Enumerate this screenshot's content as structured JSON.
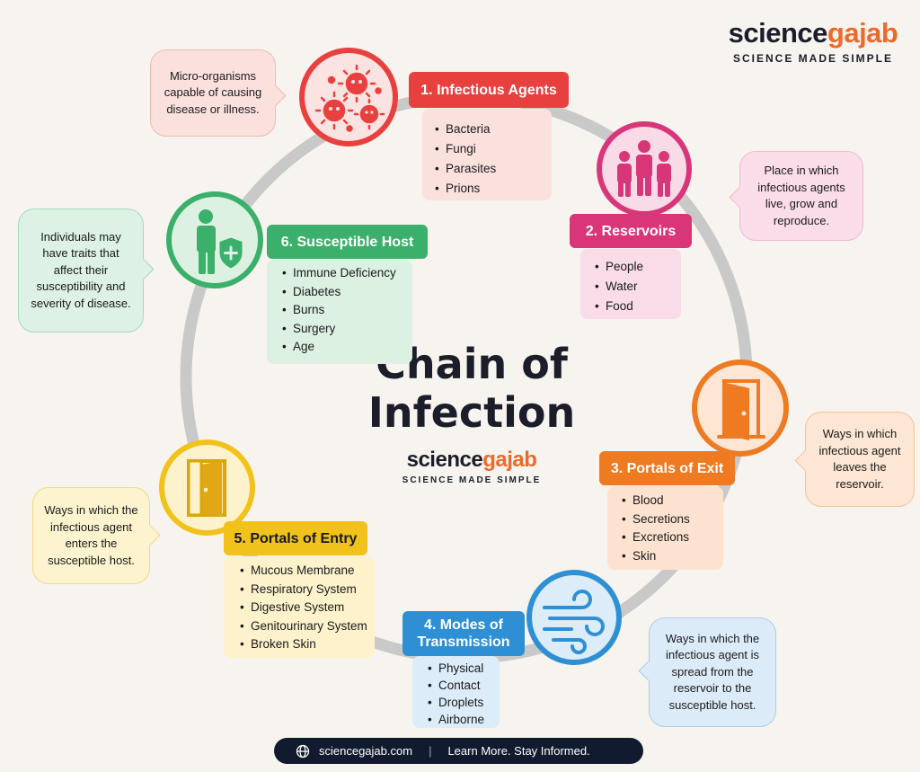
{
  "brand": {
    "part1": "science",
    "part2": "gajab",
    "tagline": "SCIENCE MADE SIMPLE"
  },
  "title": {
    "line1": "Chain of",
    "line2": "Infection"
  },
  "steps": [
    {
      "header": "1. Infectious Agents",
      "items": [
        "Bacteria",
        "Fungi",
        "Parasites",
        "Prions"
      ],
      "description": "Micro-organisms capable of causing disease or illness.",
      "icon": "virus-icon",
      "color": "#e8403f"
    },
    {
      "header": "2. Reservoirs",
      "items": [
        "People",
        "Water",
        "Food"
      ],
      "description": "Place in which infectious agents live, grow and reproduce.",
      "icon": "people-icon",
      "color": "#d9367a"
    },
    {
      "header": "3. Portals of Exit",
      "items": [
        "Blood",
        "Secretions",
        "Excretions",
        "Skin"
      ],
      "description": "Ways in which infectious agent leaves the reservoir.",
      "icon": "door-exit-icon",
      "color": "#ee7a22"
    },
    {
      "header": "4. Modes of Transmission",
      "header_line1": "4. Modes of",
      "header_line2": "Transmission",
      "items": [
        "Physical",
        "Contact",
        "Droplets",
        "Airborne"
      ],
      "description": "Ways in which the infectious agent is spread from the reservoir to the susceptible host.",
      "icon": "wind-icon",
      "color": "#2f8fd4"
    },
    {
      "header": "5. Portals of Entry",
      "items": [
        "Mucous Membrane",
        "Respiratory System",
        "Digestive System",
        "Genitourinary System",
        "Broken Skin"
      ],
      "description": "Ways in which the infectious agent enters the susceptible host.",
      "icon": "door-entry-icon",
      "color": "#f1c21b"
    },
    {
      "header": "6. Susceptible Host",
      "items": [
        "Immune Deficiency",
        "Diabetes",
        "Burns",
        "Surgery",
        "Age"
      ],
      "description": "Individuals may have traits that affect their susceptibility and severity of disease.",
      "icon": "person-shield-icon",
      "color": "#3bb06a"
    }
  ],
  "footer": {
    "website": "sciencegajab.com",
    "separator": "|",
    "message": "Learn More. Stay Informed."
  }
}
